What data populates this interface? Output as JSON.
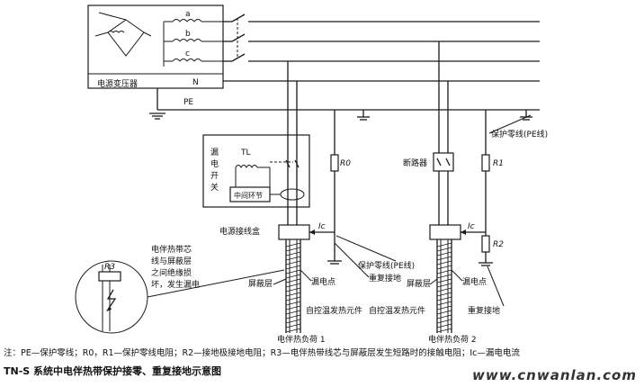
{
  "labels": {
    "a": "a",
    "b": "b",
    "c": "c",
    "n": "N",
    "pe": "PE",
    "transformer": "电源变压器",
    "tl": "TL",
    "leak_switch": [
      "漏",
      "电",
      "开",
      "关"
    ],
    "relay": "中间环节",
    "r0": "R0",
    "breaker": "断路器",
    "r1": "R1",
    "r2": "R2",
    "pe_line_right": "保护零线(PE线)",
    "power_box": "电源接线盒",
    "ic_1": "Ic",
    "ic_2": "Ic",
    "fault_note": [
      "电伴热带芯",
      "线与屏蔽层",
      "之间绝缘损",
      "坏，发生漏电"
    ],
    "r3": "R3",
    "pe_line_mid": "保护零线(PE线)",
    "leak_point_1": "漏电点",
    "leak_point_2": "漏电点",
    "shield_1": "屏蔽层",
    "shield_2": "屏蔽层",
    "repeat_ground_1": "重复接地",
    "repeat_ground_2": "重复接地",
    "heating_elem_1": "自控温发热元件",
    "heating_elem_2": "自控温发热元件",
    "load_1": "电伴热负荷 1",
    "load_2": "电伴热负荷 2"
  },
  "note": "注：PE—保护零线；R0，R1—保护零线电阻；R2—接地极接地电阻；R3—电伴热带线芯与屏蔽层发生短路时的接触电阻；Ic—漏电电流",
  "caption": "TN-S 系统中电伴热带保护接零、重复接地示意图",
  "watermark": "www.cnwanlan.com"
}
